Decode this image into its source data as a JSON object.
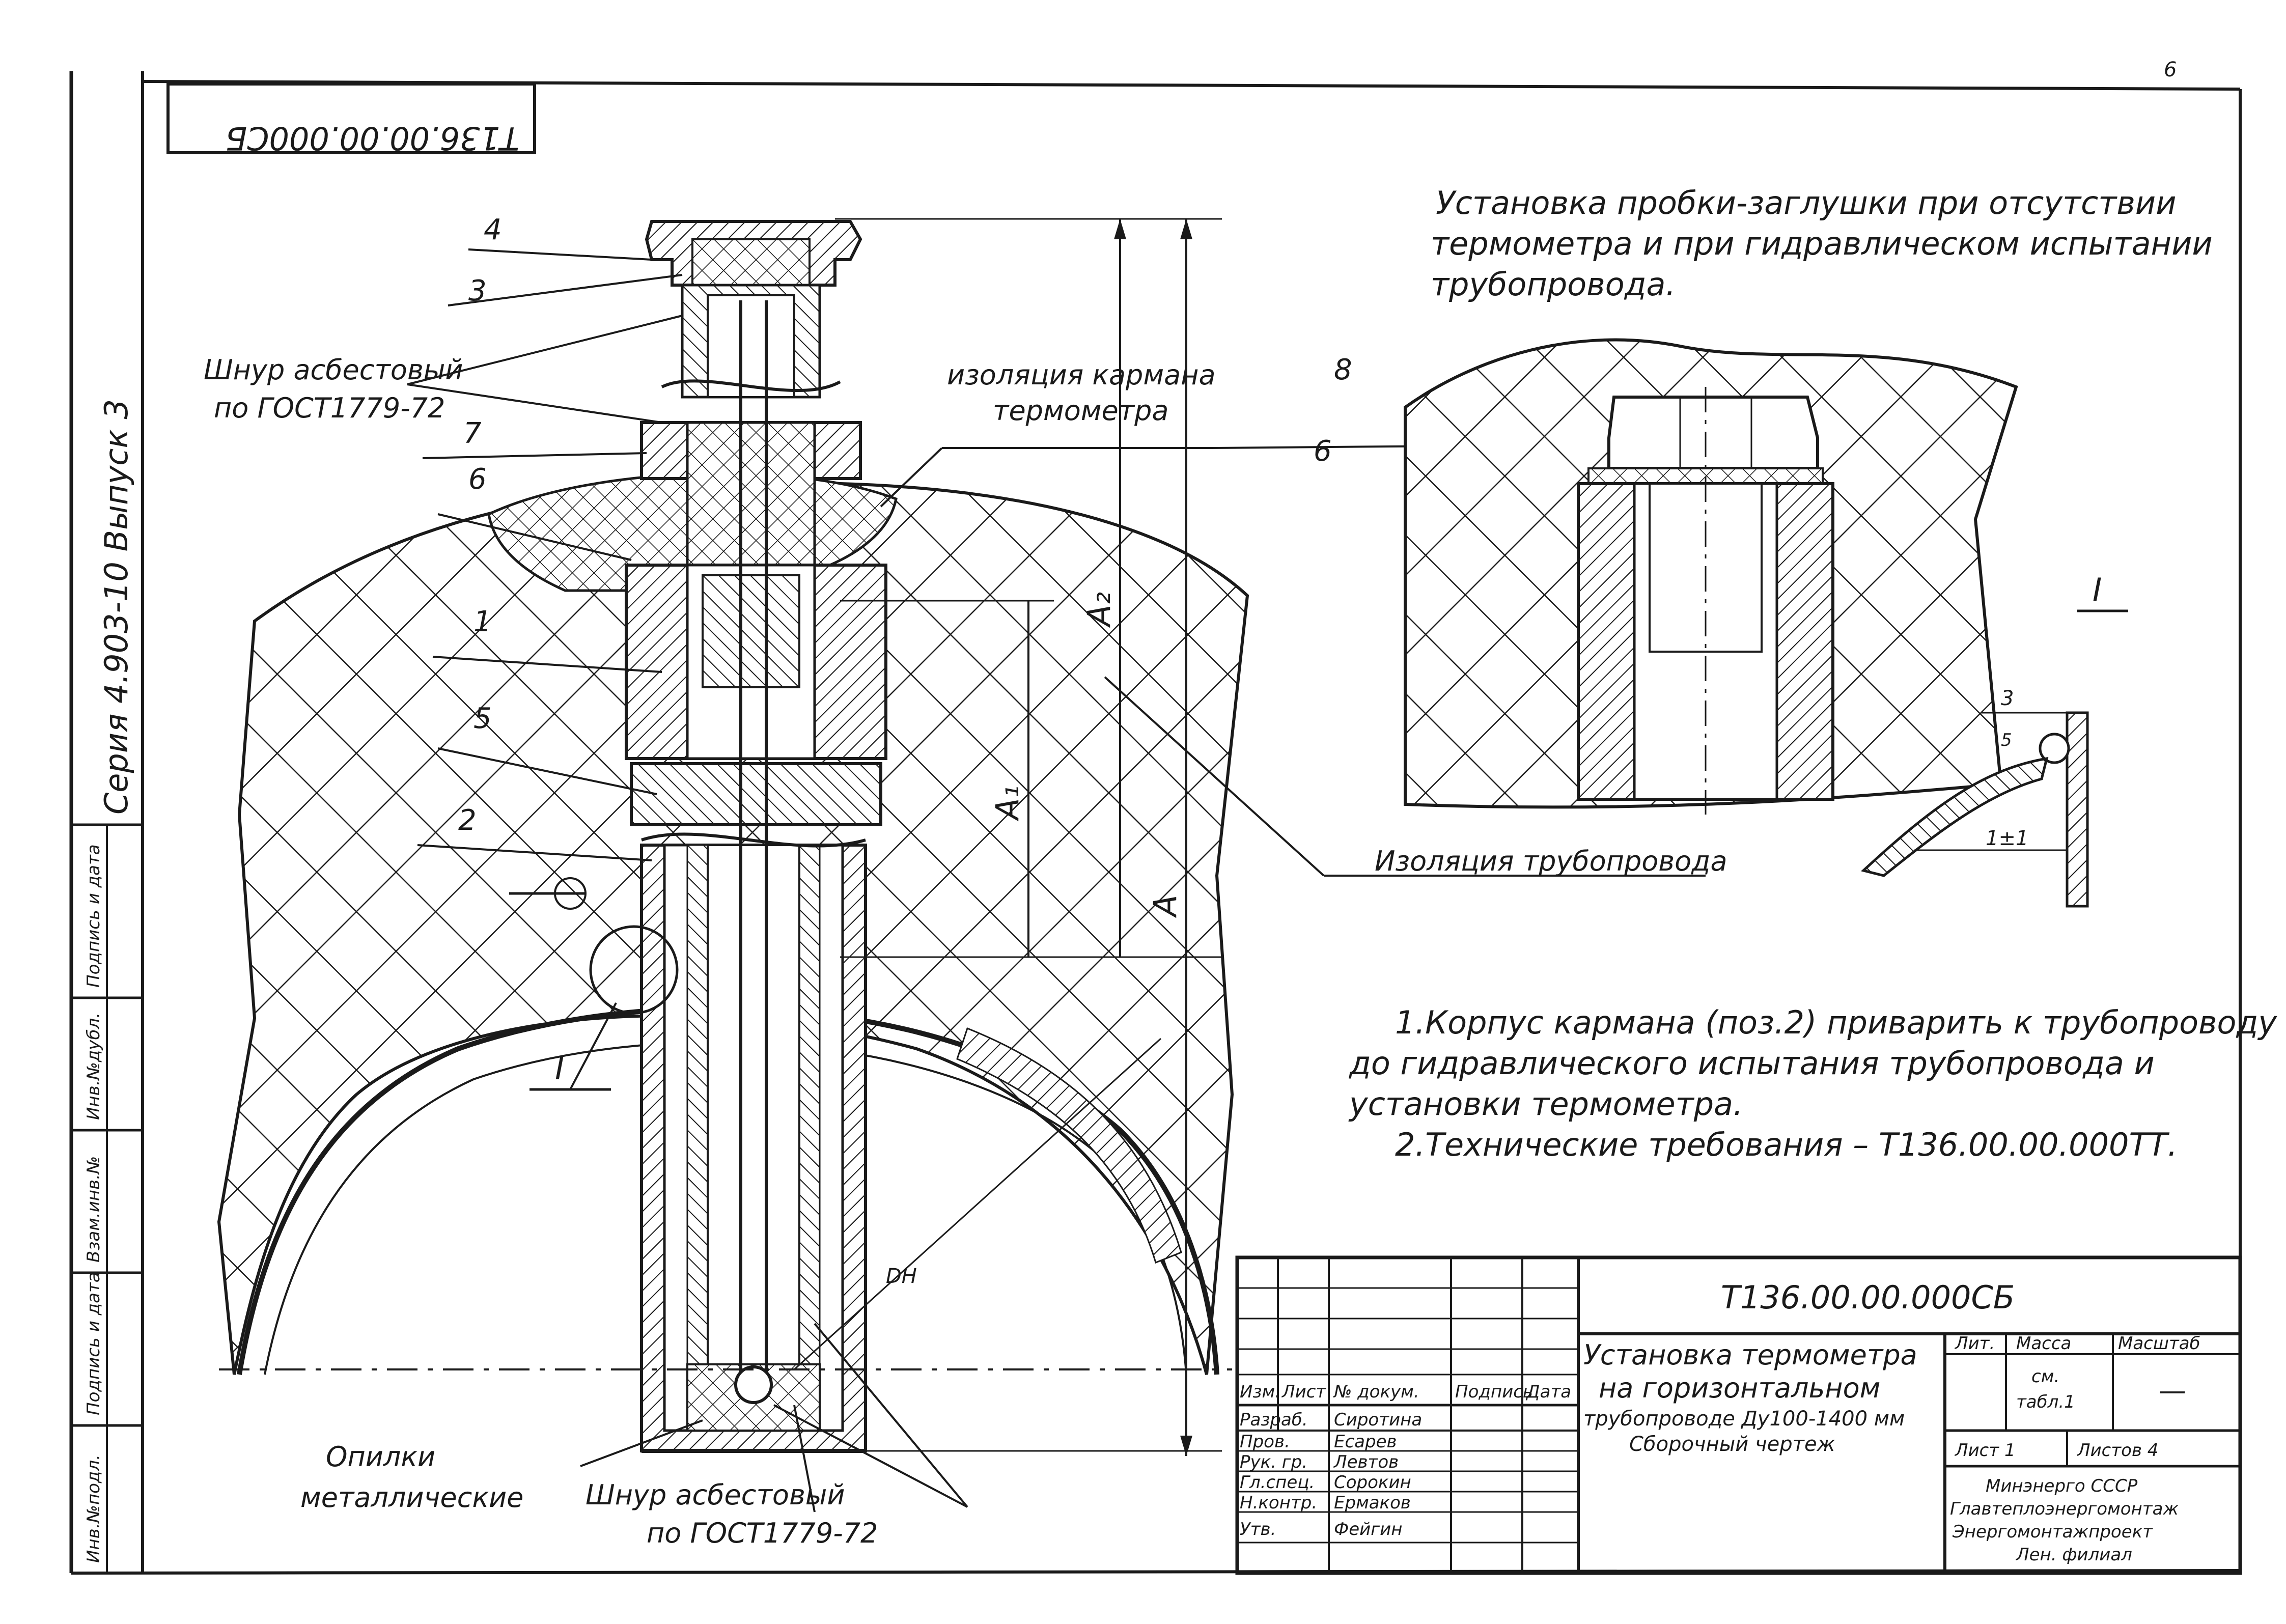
{
  "sheet": {
    "page_number": "6",
    "stamp_code_rotated": "T136.00.00.000СБ",
    "series_label": "Серия 4.903-10 Выпуск 3"
  },
  "side_columns": [
    "Инв.№подл.",
    "Подпись и дата",
    "Взам.инв.№",
    "Инв.№дубл.",
    "Подпись и дата"
  ],
  "callouts": {
    "pos4": "4",
    "pos3": "3",
    "pos7": "7",
    "pos6": "6",
    "pos1": "1",
    "pos5": "5",
    "pos2": "2",
    "detail_pos8": "8",
    "detail_pos6": "6",
    "cord_top_1": "Шнур асбестовый",
    "cord_top_2": "по ГОСТ1779-72",
    "pocket_insul_1": "изоляция кармана",
    "pocket_insul_2": "термометра",
    "pipe_insul": "Изоляция трубопровода",
    "filings_1": "Опилки",
    "filings_2": "металлические",
    "cord_bottom_1": "Шнур асбестовый",
    "cord_bottom_2": "по ГОСТ1779-72",
    "view_I": "I",
    "detail_I": "I",
    "dim_A": "A",
    "dim_A1": "A₁",
    "dim_A2": "A₂",
    "dim_DN": "DH",
    "weld_3": "3",
    "weld_5": "5",
    "weld_gap": "1±1"
  },
  "detail_title": [
    "Установка пробки-заглушки при отсутствии",
    "термометра и при гидравлическом испытании",
    "трубопровода."
  ],
  "notes": [
    "1.Корпус кармана (поз.2) приварить к трубопроводу",
    "до гидравлического испытания трубопровода и",
    "установки термометра.",
    "2.Технические требования – Т136.00.00.000ТТ."
  ],
  "title_block": {
    "code": "Т136.00.00.000СБ",
    "title_lines": [
      "Установка термометра",
      "на горизонтальном",
      "трубопроводе Ду100-1400 мм",
      "Сборочный чертеж"
    ],
    "col_headers": [
      "Изм.",
      "Лист",
      "№ докум.",
      "Подпись",
      "Дата"
    ],
    "roles": [
      "Разраб.",
      "Пров.",
      "Рук. гр.",
      "Гл.спец.",
      "Н.контр.",
      "Утв."
    ],
    "names": [
      "Сиротина",
      "Есарев",
      "Левтов",
      "Сорокин",
      "Ермаков",
      "Фейгин"
    ],
    "lit_label": "Лит.",
    "mass_label": "Масса",
    "scale_label": "Масштаб",
    "mass_value_1": "см.",
    "mass_value_2": "табл.1",
    "scale_value": "—",
    "sheet_label": "Лист 1",
    "sheets_label": "Листов 4",
    "org_lines": [
      "Минэнерго СССР",
      "Главтеплоэнергомонтаж",
      "Энергомонтажпроект",
      "Лен. филиал"
    ]
  }
}
